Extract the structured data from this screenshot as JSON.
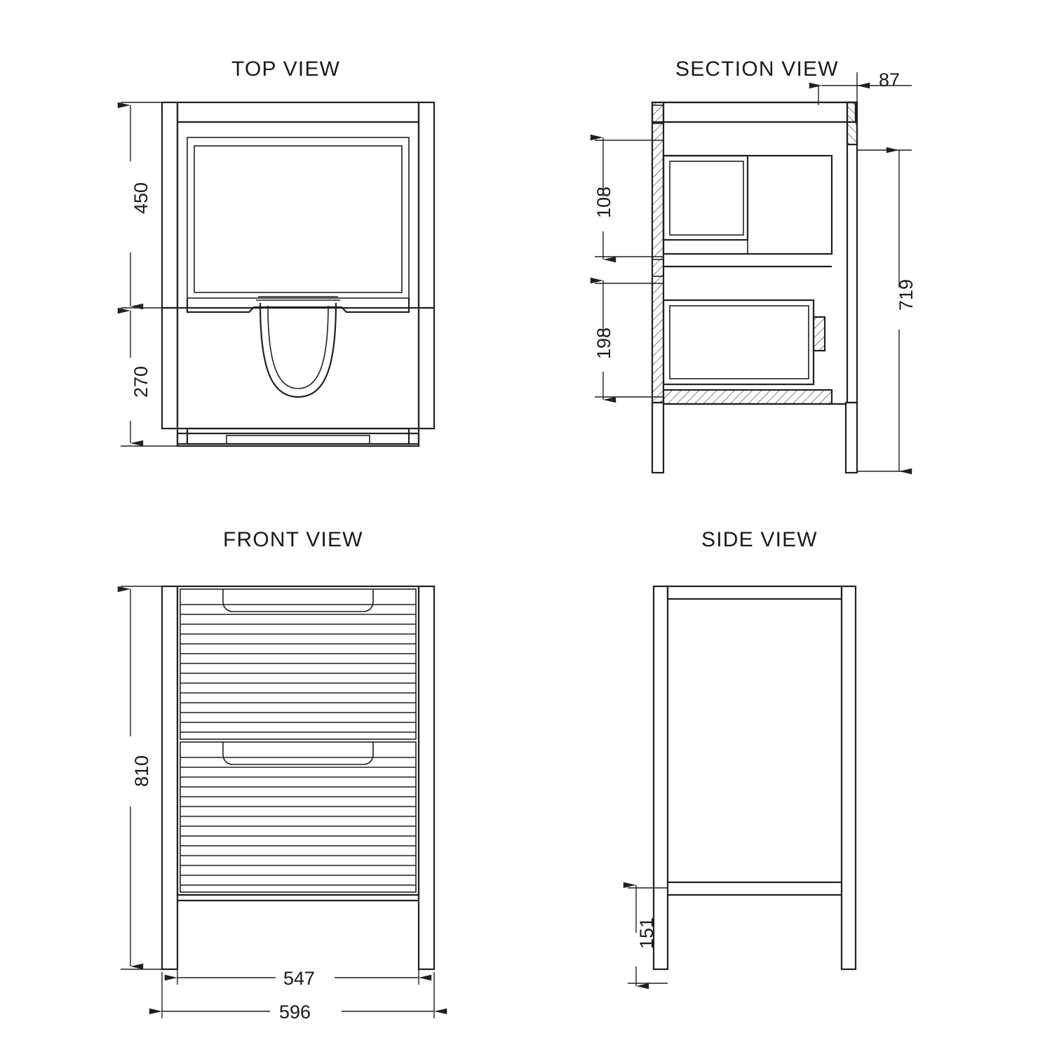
{
  "drawing": {
    "line_color": "#231f20",
    "background": "#ffffff"
  },
  "views": [
    {
      "id": "top",
      "title": "TOP VIEW"
    },
    {
      "id": "section",
      "title": "SECTION VIEW"
    },
    {
      "id": "front",
      "title": "FRONT VIEW"
    },
    {
      "id": "side",
      "title": "SIDE VIEW"
    }
  ],
  "dimensions": {
    "top_view": [
      {
        "name": "depth-upper",
        "value": "450",
        "orientation": "vertical"
      },
      {
        "name": "depth-lower",
        "value": "270",
        "orientation": "vertical"
      }
    ],
    "section_view": [
      {
        "name": "top-offset",
        "value": "87",
        "orientation": "horizontal"
      },
      {
        "name": "upper-drawer-height",
        "value": "108",
        "orientation": "vertical"
      },
      {
        "name": "lower-drawer-height",
        "value": "198",
        "orientation": "vertical"
      },
      {
        "name": "cabinet-body-height",
        "value": "719",
        "orientation": "vertical"
      }
    ],
    "front_view": [
      {
        "name": "overall-height",
        "value": "810",
        "orientation": "vertical"
      },
      {
        "name": "inner-width",
        "value": "547",
        "orientation": "horizontal"
      },
      {
        "name": "overall-width",
        "value": "596",
        "orientation": "horizontal"
      }
    ],
    "side_view": [
      {
        "name": "leg-height",
        "value": "151",
        "orientation": "vertical"
      }
    ]
  }
}
